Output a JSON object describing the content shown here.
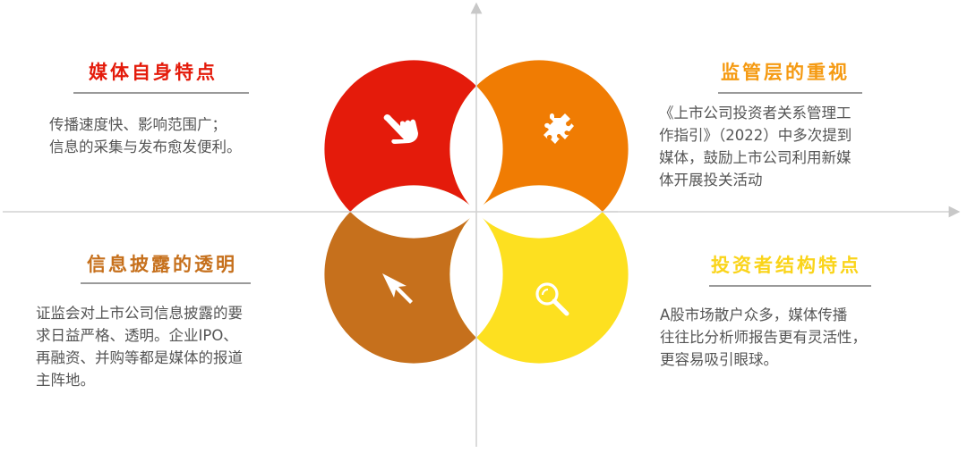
{
  "colors": {
    "q_top_left": "#E41B0B",
    "q_top_right": "#F07C03",
    "q_bottom_left": "#C6701C",
    "q_bottom_right": "#FDE020",
    "title_top_left": "#E41B0B",
    "title_top_right": "#F59A12",
    "title_bottom_left": "#C6701C",
    "title_bottom_right": "#FAD41A",
    "axis": "#cfcfcf",
    "rule": "#9a9a9a",
    "body_text": "#555555"
  },
  "quadrants": {
    "top_left": {
      "title": "媒体自身特点",
      "icon": "pointing-hand-icon",
      "lines": [
        "传播速度快、影响范围广；",
        "信息的采集与发布愈发便利。"
      ]
    },
    "top_right": {
      "title": "监管层的重视",
      "icon": "puzzle-piece-icon",
      "lines": [
        "《上市公司投资者关系管理工",
        "作指引》（2022）中多次提到",
        "媒体，鼓励上市公司利用新媒",
        "体开展投关活动"
      ]
    },
    "bottom_left": {
      "title": "信息披露的透明",
      "icon": "cursor-arrow-icon",
      "lines": [
        "证监会对上市公司信息披露的要",
        "求日益严格、透明。企业IPO、",
        "再融资、并购等都是媒体的报道",
        "主阵地。"
      ]
    },
    "bottom_right": {
      "title": "投资者结构特点",
      "icon": "magnifier-icon",
      "lines": [
        "A股市场散户众多，媒体传播",
        "往往比分析师报告更有灵活性，",
        "更容易吸引眼球。"
      ]
    }
  }
}
